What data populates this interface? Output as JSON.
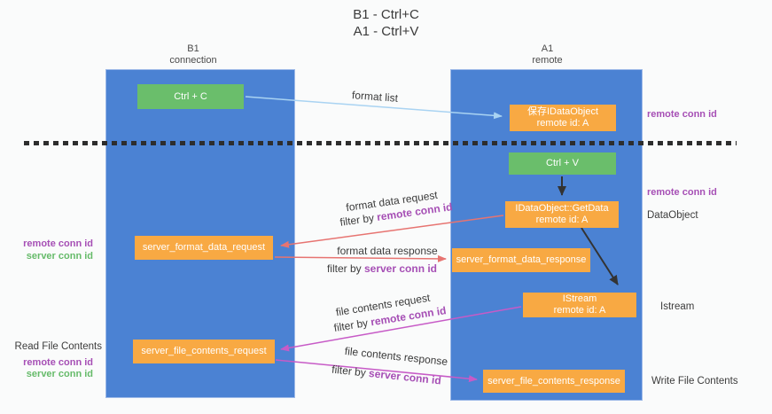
{
  "title": {
    "line1": "B1 - Ctrl+C",
    "line2": "A1 - Ctrl+V"
  },
  "lanes": {
    "left": {
      "title": "B1",
      "subtitle": "connection"
    },
    "right": {
      "title": "A1",
      "subtitle": "remote"
    }
  },
  "boxes": {
    "ctrl_c": {
      "label": "Ctrl + C"
    },
    "save_dataobject": {
      "line1": "保存IDataObject",
      "line2": "remote id: A"
    },
    "ctrl_v": {
      "label": "Ctrl + V"
    },
    "getdata": {
      "line1": "IDataObject::GetData",
      "line2": "remote id: A"
    },
    "server_format_data_request": {
      "label": "server_format_data_request"
    },
    "server_format_data_response": {
      "label": "server_format_data_response"
    },
    "istream": {
      "line1": "IStream",
      "line2": "remote id: A"
    },
    "server_file_contents_request": {
      "label": "server_file_contents_request"
    },
    "server_file_contents_response": {
      "label": "server_file_contents_response"
    }
  },
  "messages": {
    "format_list": {
      "label": "format list"
    },
    "format_data_request": {
      "label": "format data request",
      "filter_prefix": "filter by ",
      "filter_key": "remote conn id"
    },
    "format_data_response": {
      "label": "format data response",
      "filter_prefix": "filter by ",
      "filter_key": "server conn id"
    },
    "file_contents_request": {
      "label": "file contents request",
      "filter_prefix": "filter by ",
      "filter_key": "remote conn id"
    },
    "file_contents_response": {
      "label": "file contents response",
      "filter_prefix": "filter by ",
      "filter_key": "server conn id"
    }
  },
  "annotations": {
    "right_remote_conn_top": "remote conn id",
    "right_remote_conn_mid": "remote conn id",
    "right_dataobject": "DataObject",
    "right_istream": "Istream",
    "right_write_file": "Write File Contents",
    "left_remote_conn_top": "remote conn id",
    "left_server_conn_top": "server conn id",
    "left_read_file": "Read File Contents",
    "left_remote_conn_bottom": "remote conn id",
    "left_server_conn_bottom": "server conn id"
  },
  "colors": {
    "lane_blue": "#4b82d3",
    "box_green": "#6abe6b",
    "box_orange": "#f8a943",
    "arrow_light_blue": "#a9d3f2",
    "arrow_red": "#e77471",
    "arrow_magenta": "#c75bc7",
    "arrow_black": "#333333",
    "text_purple": "#a64fb5",
    "text_green": "#66bb6a",
    "dash_line": "#2d2d2d",
    "background": "#fafbfb"
  }
}
